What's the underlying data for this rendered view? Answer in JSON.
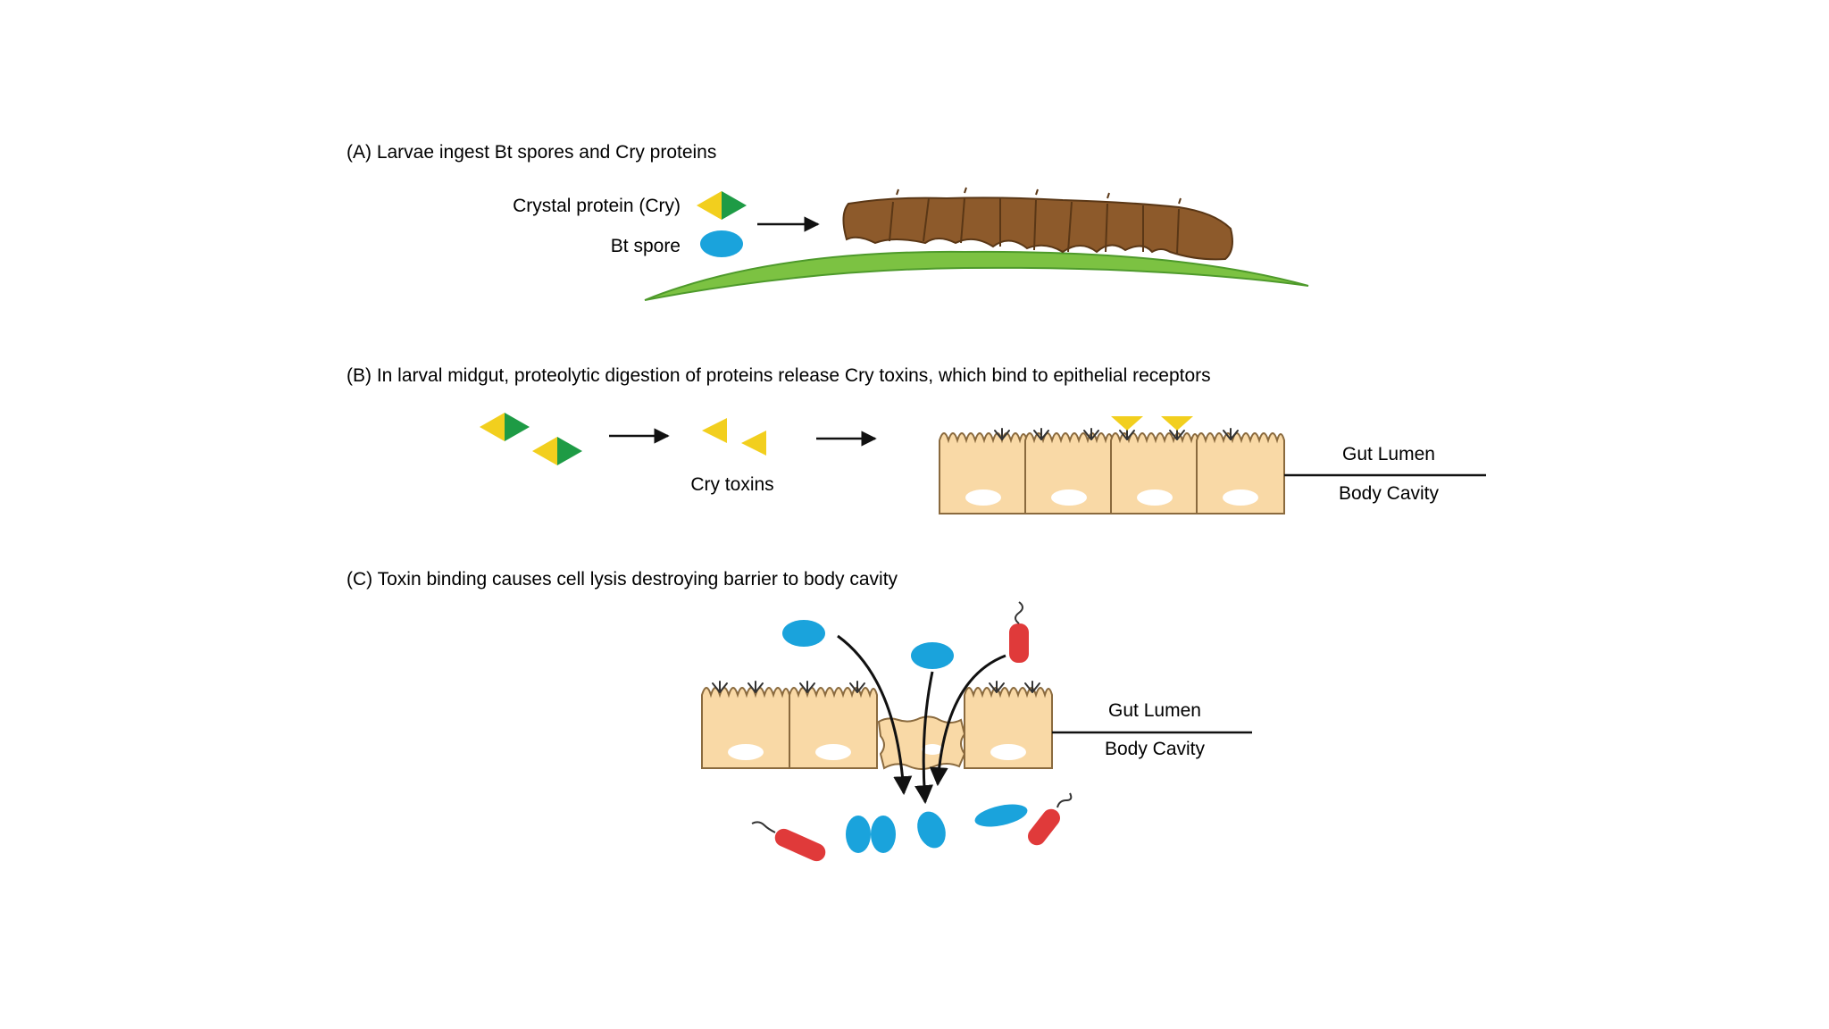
{
  "panels": {
    "a": {
      "title": "(A) Larvae ingest Bt spores and Cry proteins",
      "cry_label": "Crystal protein (Cry)",
      "spore_label": "Bt spore"
    },
    "b": {
      "title": "(B) In larval midgut, proteolytic digestion of proteins release Cry toxins, which bind to epithelial receptors",
      "toxins_label": "Cry toxins",
      "lumen_label": "Gut Lumen",
      "cavity_label": "Body Cavity"
    },
    "c": {
      "title": "(C) Toxin binding causes cell lysis destroying barrier to body cavity",
      "lumen_label": "Gut Lumen",
      "cavity_label": "Body Cavity"
    }
  },
  "colors": {
    "cry_yellow": "#f2cf1e",
    "cry_green": "#1e9b45",
    "spore_blue": "#1aa3dc",
    "bacteria_red": "#e03a3a",
    "cell_fill": "#f9d9a6",
    "cell_stroke": "#8a6a3e",
    "leaf_green": "#7cc242",
    "larva_brown": "#8d5a2b"
  },
  "icons": [
    "cry-crystal-icon",
    "bt-spore-icon",
    "larva-icon",
    "leaf-icon",
    "receptor-icon",
    "epithelial-cell-icon",
    "bacterium-icon",
    "arrow-icon"
  ]
}
